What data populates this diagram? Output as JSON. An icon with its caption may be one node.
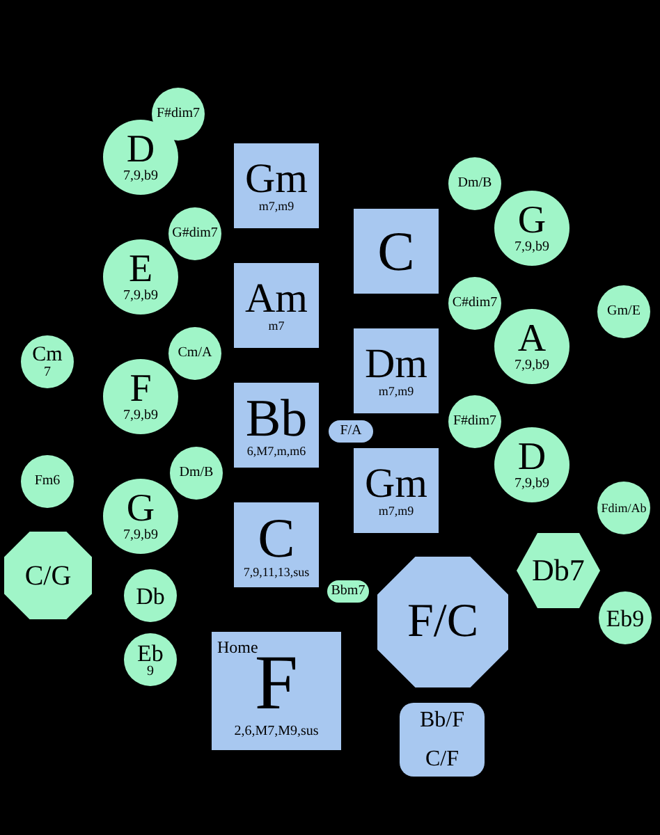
{
  "diagram": {
    "nodes": [
      {
        "text": [
          "F#dim7"
        ]
      },
      {
        "text": [
          "D",
          "7,9,b9"
        ]
      },
      {
        "text": [
          "Gm",
          "m7,m9"
        ]
      },
      {
        "text": [
          "Dm/B"
        ]
      },
      {
        "text": [
          "C"
        ]
      },
      {
        "text": [
          "G",
          "7,9,b9"
        ]
      },
      {
        "text": [
          "G#dim7"
        ]
      },
      {
        "text": [
          "E",
          "7,9,b9"
        ]
      },
      {
        "text": [
          "Am",
          "m7"
        ]
      },
      {
        "text": [
          "C#dim7"
        ]
      },
      {
        "text": [
          "Gm/E"
        ]
      },
      {
        "text": [
          "Cm",
          "7"
        ]
      },
      {
        "text": [
          "Cm/A"
        ]
      },
      {
        "text": [
          "A",
          "7,9,b9"
        ]
      },
      {
        "text": [
          "Dm",
          "m7,m9"
        ]
      },
      {
        "text": [
          "F",
          "7,9,b9"
        ]
      },
      {
        "text": [
          "Bb",
          "6,M7,m,m6"
        ]
      },
      {
        "text": [
          "F/A"
        ]
      },
      {
        "text": [
          "F#dim7"
        ]
      },
      {
        "text": [
          "D",
          "7,9,b9"
        ]
      },
      {
        "text": [
          "Gm",
          "m7,m9"
        ]
      },
      {
        "text": [
          "Fm6"
        ]
      },
      {
        "text": [
          "Dm/B"
        ]
      },
      {
        "text": [
          "G",
          "7,9,b9"
        ]
      },
      {
        "text": [
          "Fdim/Ab"
        ]
      },
      {
        "text": [
          "C",
          "7,9,11,13,sus"
        ]
      },
      {
        "text": [
          "C/G"
        ]
      },
      {
        "text": [
          "Db7"
        ]
      },
      {
        "text": [
          "Bbm7"
        ]
      },
      {
        "text": [
          "F/C"
        ]
      },
      {
        "text": [
          "Eb9"
        ]
      },
      {
        "text": [
          "Db"
        ]
      },
      {
        "text": [
          "Eb",
          "9"
        ]
      },
      {
        "text": [
          "Home",
          "F",
          "2,6,M7,M9,sus"
        ]
      },
      {
        "text": [
          "Bb/F",
          "C/F"
        ]
      }
    ]
  }
}
